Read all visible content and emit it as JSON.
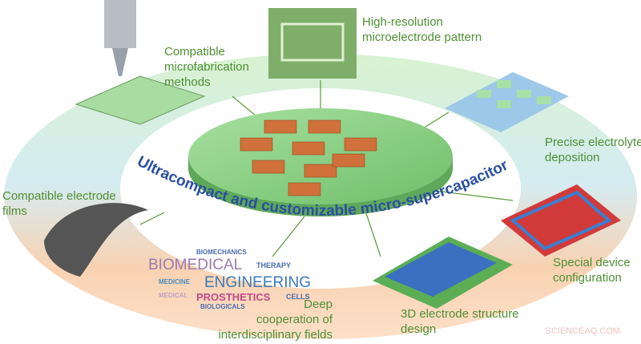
{
  "title": "Ultracompact and customizable micro-supercapacitors",
  "labels": {
    "microfab": [
      "Compatible",
      "microfabrication",
      "methods"
    ],
    "highres": [
      "High-resolution",
      "microelectrode pattern"
    ],
    "electrolyte": [
      "Precise electrolyte",
      "deposition"
    ],
    "films": [
      "Compatible electrode",
      "films"
    ],
    "device": [
      "Special device",
      "configuration"
    ],
    "structure": [
      "3D electrode structure",
      "design"
    ],
    "interdisc": [
      "Deep",
      "cooperation of",
      "interdisciplinary fields"
    ]
  },
  "wordcloud": {
    "biomechanics": "BIOMECHANICS",
    "biomedical": "BIOMEDICAL",
    "therapy": "THERAPY",
    "engineering": "ENGINEERING",
    "medicine": "MEDICINE",
    "medical": "MEDICAL",
    "prosthetics": "PROSTHETICS",
    "cells": "CELLS",
    "biologicals": "BIOLOGICALS"
  },
  "watermark": "SCIENCEAQ.COM",
  "colors": {
    "label": "#4f8f35",
    "title": "#2b4fa0",
    "electrode": "#d0703a",
    "disc": "#8fd08a"
  }
}
